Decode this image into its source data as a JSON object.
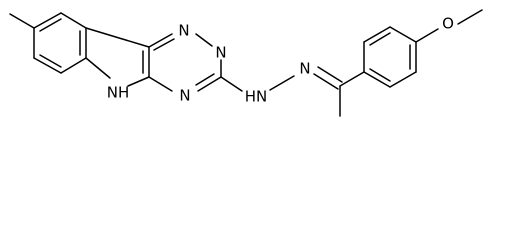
{
  "molecule": {
    "labels": {
      "n_triazine_1": "N",
      "n_triazine_2": "N",
      "n_triazine_3": "N",
      "nh_indole": "NH",
      "nh_hydrazone": "HN",
      "n_imine": "N",
      "o_methoxy": "O"
    }
  }
}
